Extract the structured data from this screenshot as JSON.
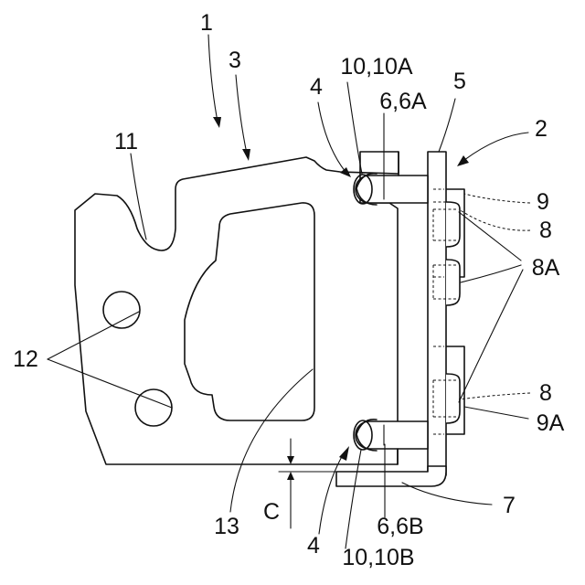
{
  "labels": {
    "ref_1": "1",
    "ref_2": "2",
    "ref_3": "3",
    "ref_4_top": "4",
    "ref_4_bottom": "4",
    "ref_5": "5",
    "ref_6_6a": "6,6A",
    "ref_6_6b": "6,6B",
    "ref_7": "7",
    "ref_8_top": "8",
    "ref_8_bottom": "8",
    "ref_8a": "8A",
    "ref_9": "9",
    "ref_9a": "9A",
    "ref_10_10a": "10,10A",
    "ref_10_10b": "10,10B",
    "ref_11": "11",
    "ref_12": "12",
    "ref_13": "13",
    "ref_c": "C"
  }
}
